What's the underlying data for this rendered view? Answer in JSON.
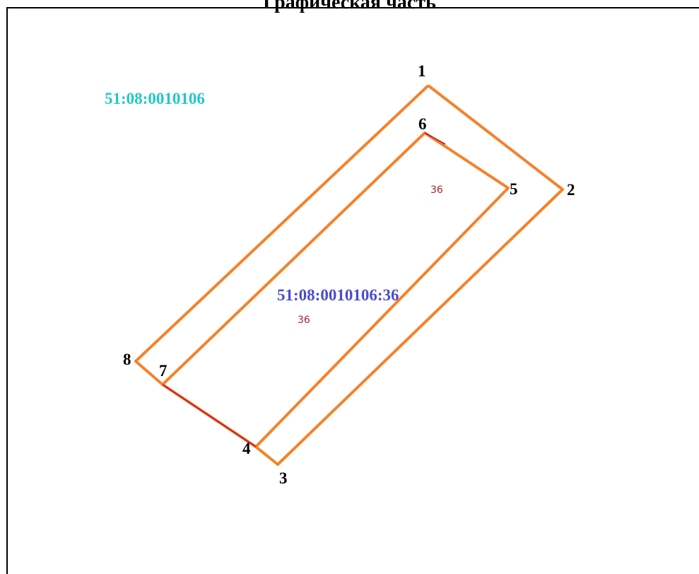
{
  "title": "Графическая часть",
  "block": {
    "label": "51:08:0010106",
    "color": "#20c8c8"
  },
  "parcel": {
    "label": "51:08:0010106:36",
    "color": "#4b4bd0",
    "number": "36",
    "number_color": "#b02030"
  },
  "colors": {
    "boundary": "#f5822a",
    "existing_boundary": "#cc2233"
  },
  "points": [
    {
      "id": "1",
      "label": "1"
    },
    {
      "id": "2",
      "label": "2"
    },
    {
      "id": "3",
      "label": "3"
    },
    {
      "id": "4",
      "label": "4"
    },
    {
      "id": "5",
      "label": "5"
    },
    {
      "id": "6",
      "label": "6"
    },
    {
      "id": "7",
      "label": "7"
    },
    {
      "id": "8",
      "label": "8"
    }
  ]
}
